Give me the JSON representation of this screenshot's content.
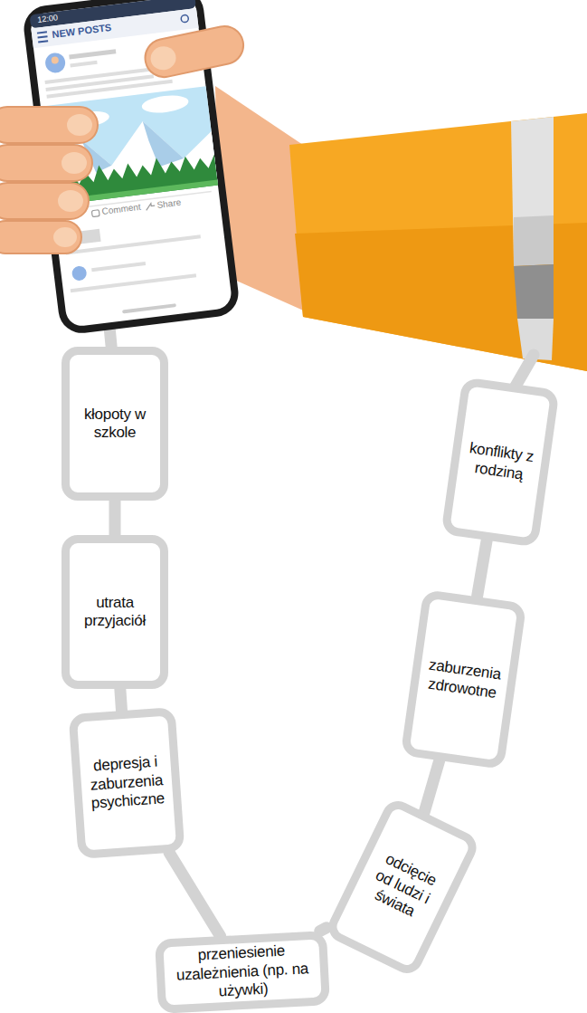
{
  "diagram": {
    "nodes": [
      {
        "text": [
          "kłopoty w szkole"
        ]
      },
      {
        "text": [
          "utrata przyjaciół"
        ]
      },
      {
        "text": [
          "depresja i zaburzenia psychiczne"
        ]
      },
      {
        "text": [
          "przeniesienie uzależnienia (np. na używki)"
        ]
      },
      {
        "text": [
          "odcięcie od ludzi i świata"
        ]
      },
      {
        "text": [
          "zaburzenia zdrowotne"
        ]
      },
      {
        "text": [
          "konflikty z rodziną"
        ]
      }
    ],
    "edges": [
      {
        "from": 0,
        "to": 1,
        "arrow": "none"
      },
      {
        "from": 1,
        "to": 2,
        "arrow": "none"
      },
      {
        "from": 2,
        "to": 3,
        "arrow": "none"
      },
      {
        "from": 3,
        "to": 4,
        "arrow": "none"
      },
      {
        "from": 4,
        "to": 5,
        "arrow": "none"
      },
      {
        "from": 5,
        "to": 6,
        "arrow": "none"
      }
    ],
    "labels": [
      "12:00",
      "NEW POSTS",
      "Comment",
      "Share"
    ]
  }
}
